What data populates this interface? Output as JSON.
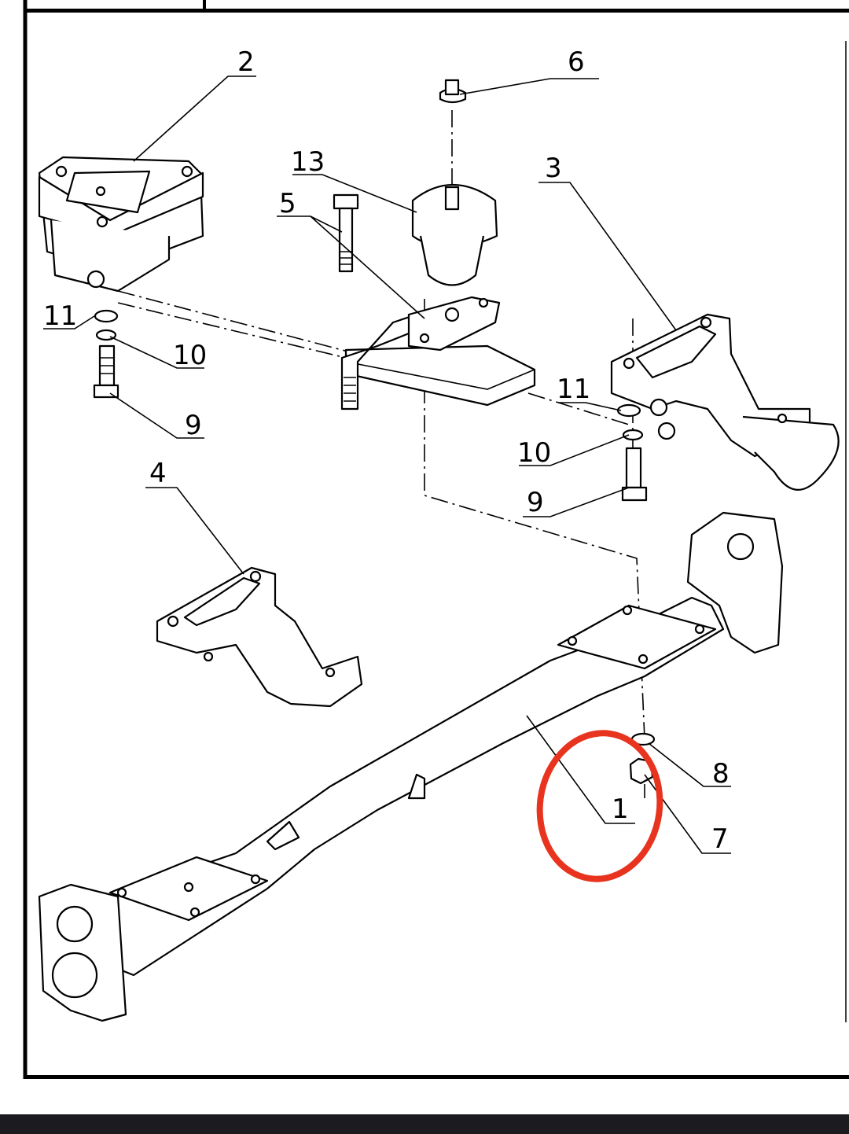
{
  "diagram": {
    "title": "Front axle assembly exploded view",
    "labels": {
      "p1": "1",
      "p2": "2",
      "p3": "3",
      "p4": "4",
      "p5": "5",
      "p6": "6",
      "p7": "7",
      "p8": "8",
      "p9_left": "9",
      "p9_right": "9",
      "p10_left": "10",
      "p10_right": "10",
      "p11_left": "11",
      "p11_right": "11",
      "p13": "13"
    },
    "highlight_color": "#e8331f",
    "highlighted_part": "1"
  }
}
